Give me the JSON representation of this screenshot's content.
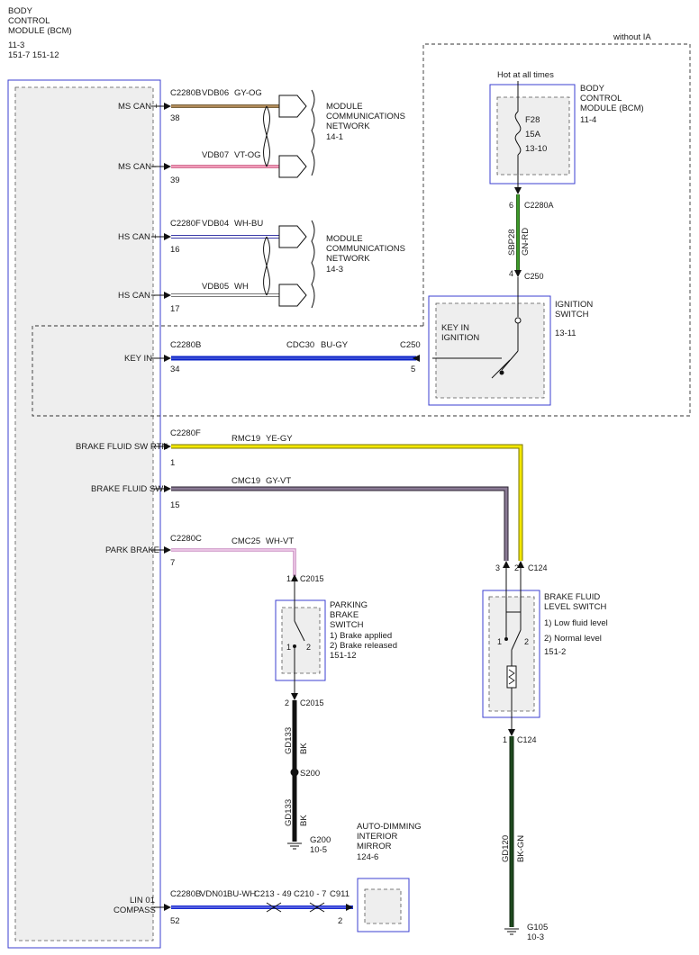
{
  "bcm": {
    "title_lines": [
      "BODY",
      "CONTROL",
      "MODULE (BCM)",
      "11-3",
      "151-7   151-12"
    ],
    "pins": {
      "ms_can_plus": "MS CAN +",
      "ms_can_minus": "MS CAN -",
      "hs_can_plus": "HS CAN +",
      "hs_can_minus": "HS CAN -",
      "key_in": "KEY IN",
      "brake_fluid_sw_rtn": "BRAKE FLUID SW RTN",
      "brake_fluid_sw": "BRAKE FLUID SW",
      "park_brake": "PARK BRAKE",
      "lin01_line1": "LIN 01",
      "lin01_line2": "COMPASS"
    }
  },
  "wires": {
    "ms_can_plus": {
      "connector": "C2280B",
      "circuit": "VDB06",
      "color": "GY-OG",
      "pin": "38"
    },
    "ms_can_minus": {
      "circuit": "VDB07",
      "color": "VT-OG",
      "pin": "39"
    },
    "hs_can_plus": {
      "connector": "C2280F",
      "circuit": "VDB04",
      "color": "WH-BU",
      "pin": "16"
    },
    "hs_can_minus": {
      "circuit": "VDB05",
      "color": "WH",
      "pin": "17"
    },
    "key_in": {
      "connector": "C2280B",
      "circuit": "CDC30",
      "color": "BU-GY",
      "pin": "34",
      "far_connector": "C250",
      "far_pin": "5"
    },
    "brake_fluid_sw_rtn": {
      "connector": "C2280F",
      "circuit": "RMC19",
      "color": "YE-GY",
      "pin": "1"
    },
    "brake_fluid_sw": {
      "circuit": "CMC19",
      "color": "GY-VT",
      "pin": "15"
    },
    "park_brake": {
      "connector": "C2280C",
      "circuit": "CMC25",
      "color": "WH-VT",
      "pin": "7"
    },
    "lin01": {
      "connector": "C2280B",
      "circuit": "VDN01",
      "color": "BU-WH",
      "pin": "52",
      "inline1": "C213 - 49",
      "inline2": "C210 - 7",
      "far_connector": "C911",
      "far_pin": "2"
    },
    "sbp28": {
      "circuit": "SBP28",
      "color": "GN-RD",
      "connector_top": "C2280A",
      "pin_top": "6",
      "connector_bottom": "C250",
      "pin_bottom": "4"
    },
    "gd133": {
      "circuit": "GD133",
      "color": "BK"
    },
    "gd120": {
      "circuit": "GD120",
      "color": "BK-GN"
    }
  },
  "network_ms": [
    "MODULE",
    "COMMUNICATIONS",
    "NETWORK",
    "14-1"
  ],
  "network_hs": [
    "MODULE",
    "COMMUNICATIONS",
    "NETWORK",
    "14-3"
  ],
  "without_ia": "without IA",
  "bcm_power": {
    "hot_label": "Hot at all times",
    "title_lines": [
      "BODY",
      "CONTROL",
      "MODULE (BCM)",
      "11-4"
    ],
    "fuse": [
      "F28",
      "15A",
      "13-10"
    ]
  },
  "ignition_switch": {
    "title_lines": [
      "IGNITION",
      "SWITCH",
      "13-11"
    ],
    "inner": [
      "KEY IN",
      "IGNITION"
    ]
  },
  "parking_brake": {
    "title_lines": [
      "PARKING",
      "BRAKE",
      "SWITCH",
      "1) Brake applied",
      "2) Brake released",
      "151-12"
    ],
    "connector_top": "C2015",
    "pin_top": "1",
    "connector_bottom": "C2015",
    "pin_bottom": "2",
    "pos1": "1",
    "pos2": "2",
    "splice": "S200",
    "ground": [
      "G200",
      "10-5"
    ]
  },
  "brake_fluid_level": {
    "title_lines": [
      "BRAKE FLUID",
      "LEVEL SWITCH",
      "1) Low fluid level",
      "2) Normal level",
      "151-2"
    ],
    "connector_top": "C124",
    "pin_3": "3",
    "pin_2": "2",
    "pos1": "1",
    "pos2": "2",
    "connector_bottom": "C124",
    "pin_bottom": "1",
    "ground": [
      "G105",
      "10-3"
    ]
  },
  "mirror": {
    "title_lines": [
      "AUTO-DIMMING",
      "INTERIOR",
      "MIRROR",
      "124-6"
    ]
  },
  "colors": {
    "blue_outline": "#3b3fd1",
    "gray_fill": "#eeeeee",
    "gy_og": "#b08a5a",
    "vt_og": "#f09ab8",
    "bu_gy": "#0a22c8",
    "ye_gy": "#f3e800",
    "gy_vt": "#8a7a95",
    "wh_vt": "#f0b0e8",
    "gn_rd": "#3c9a2a",
    "bk": "#111111",
    "bk_gn": "#1e4a1e",
    "bu_wh": "#1a2ad0"
  }
}
